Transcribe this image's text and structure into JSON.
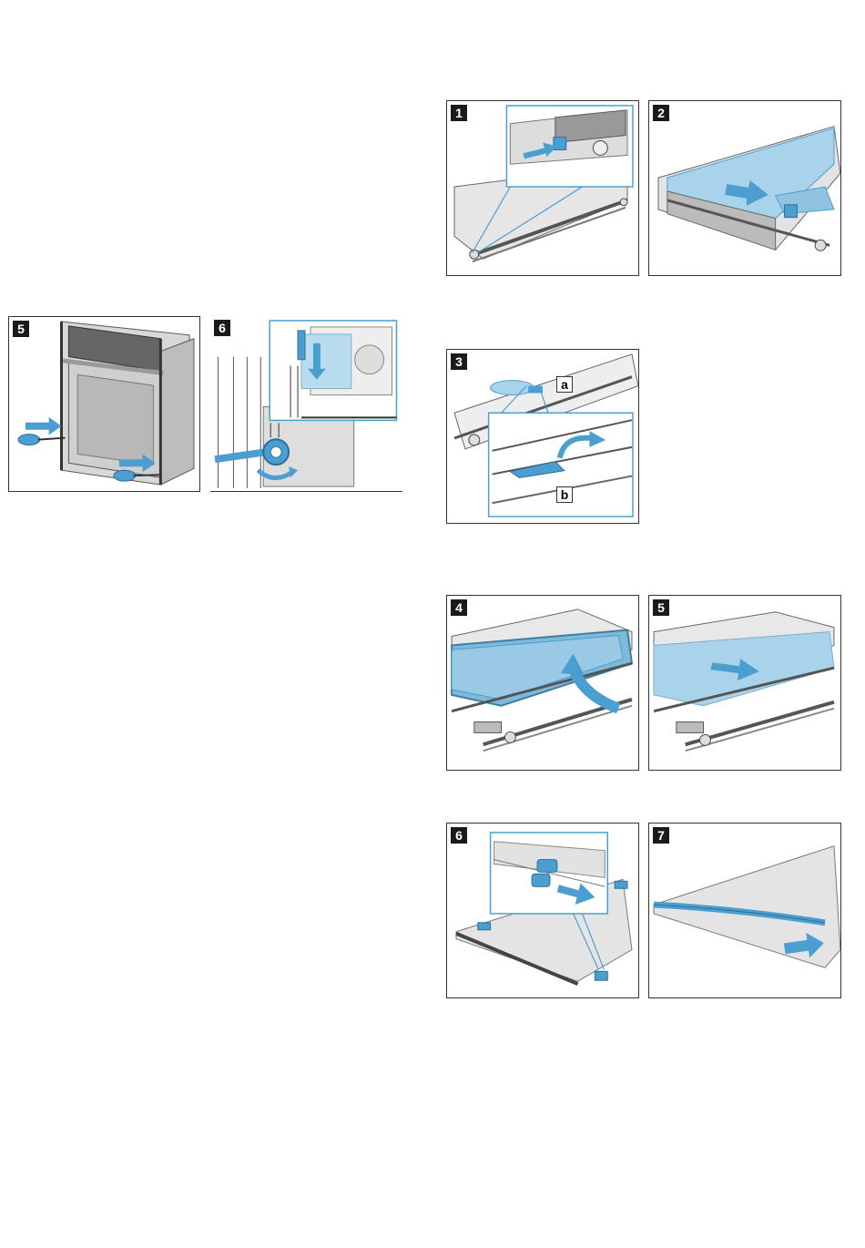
{
  "left_figures": [
    {
      "step": "5"
    },
    {
      "step": "6"
    }
  ],
  "right_figures": [
    {
      "step": "1"
    },
    {
      "step": "2"
    },
    {
      "step": "3",
      "labels": [
        "a",
        "b"
      ]
    },
    {
      "step": "4"
    },
    {
      "step": "5"
    },
    {
      "step": "6"
    },
    {
      "step": "7"
    }
  ],
  "colors": {
    "accent_blue": "#4a9fd0",
    "glass_blue": "#a9d3ea",
    "steel": "#8a8a8a",
    "panel_bg": "#e6e6e6"
  },
  "icons": [
    "arrow-icon",
    "screwdriver-icon",
    "rotate-arrow-icon"
  ]
}
